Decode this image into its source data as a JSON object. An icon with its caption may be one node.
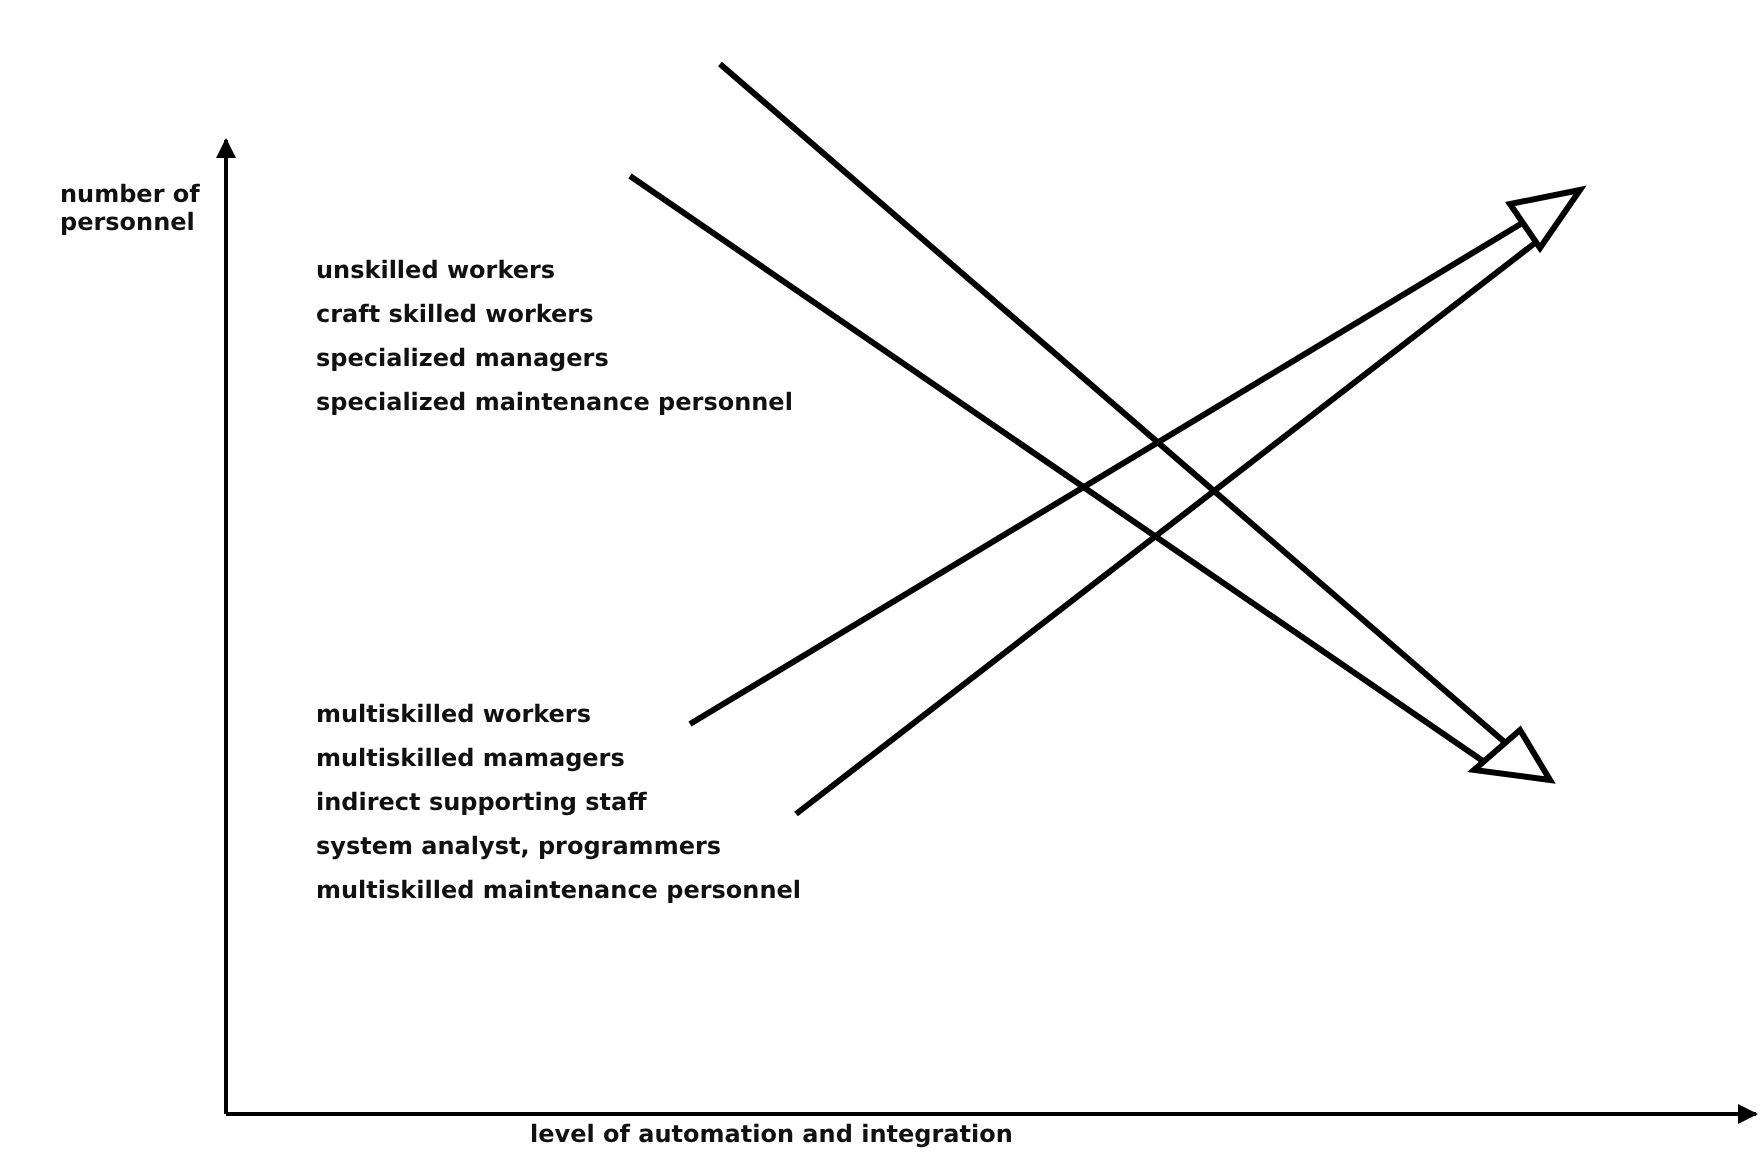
{
  "diagram": {
    "labels": [
      "number of personnel",
      "unskilled workers",
      "craft skilled workers",
      "specialized managers",
      "specialized maintenance personnel",
      "multiskilled workers",
      "multiskilled mamagers",
      "indirect supporting staff",
      "system analyst, programmers",
      "multiskilled maintenance personnel",
      "level of automation and integration"
    ]
  }
}
